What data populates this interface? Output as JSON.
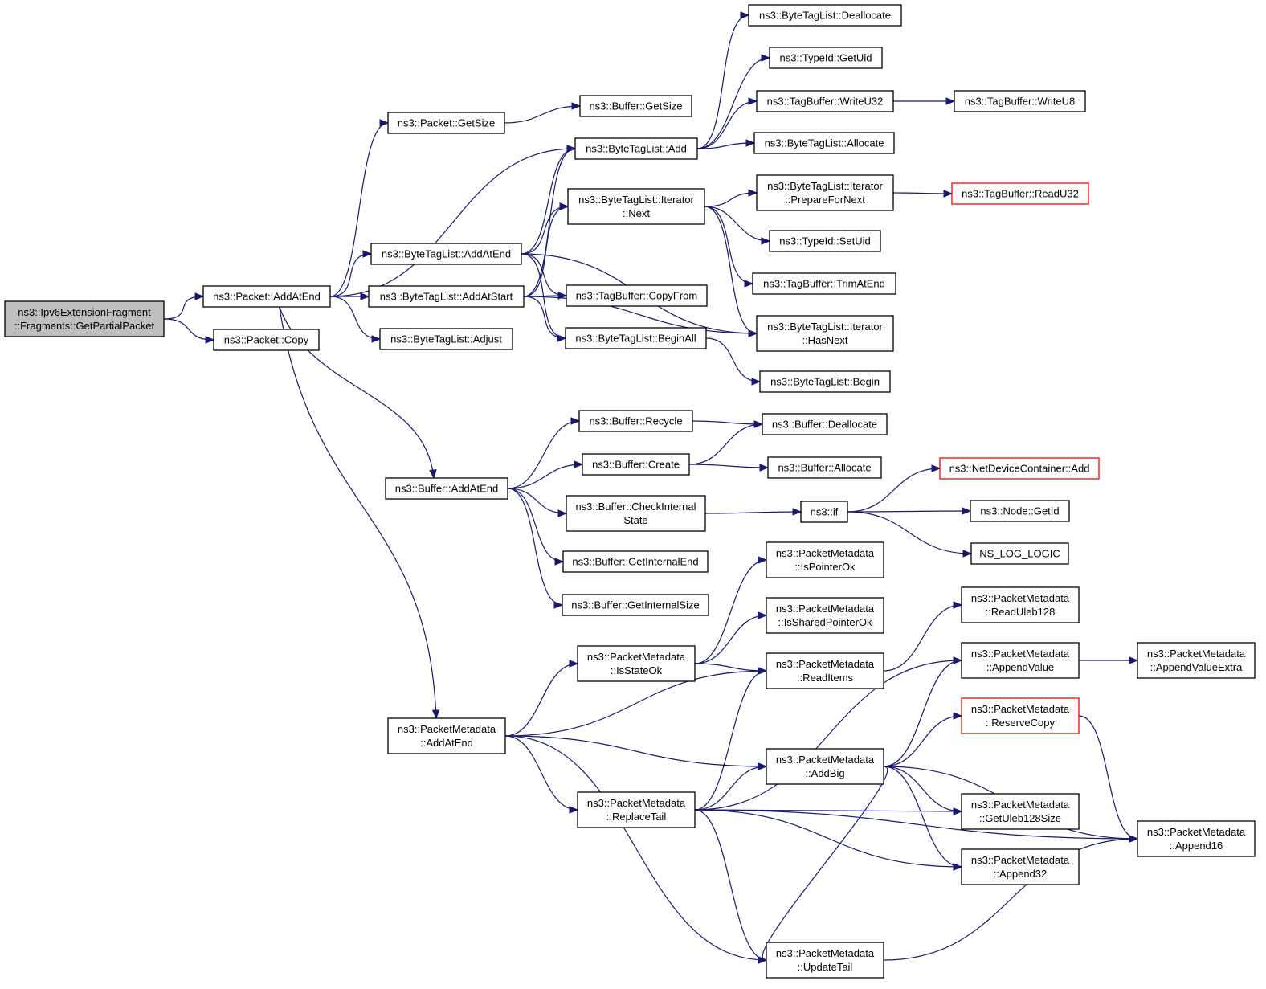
{
  "graph": {
    "nodes": [
      {
        "id": "root",
        "lines": [
          "ns3::Ipv6ExtensionFragment",
          "::Fragments::GetPartialPacket"
        ],
        "style": "root"
      },
      {
        "id": "p_addatend",
        "lines": [
          "ns3::Packet::AddAtEnd"
        ]
      },
      {
        "id": "p_copy",
        "lines": [
          "ns3::Packet::Copy"
        ]
      },
      {
        "id": "p_getsize",
        "lines": [
          "ns3::Packet::GetSize"
        ]
      },
      {
        "id": "b_getsize",
        "lines": [
          "ns3::Buffer::GetSize"
        ]
      },
      {
        "id": "btl_add",
        "lines": [
          "ns3::ByteTagList::Add"
        ]
      },
      {
        "id": "btl_dealloc",
        "lines": [
          "ns3::ByteTagList::Deallocate"
        ]
      },
      {
        "id": "tid_getuid",
        "lines": [
          "ns3::TypeId::GetUid"
        ]
      },
      {
        "id": "tb_writeu32",
        "lines": [
          "ns3::TagBuffer::WriteU32"
        ]
      },
      {
        "id": "tb_writeu8",
        "lines": [
          "ns3::TagBuffer::WriteU8"
        ]
      },
      {
        "id": "btl_alloc",
        "lines": [
          "ns3::ByteTagList::Allocate"
        ]
      },
      {
        "id": "it_next",
        "lines": [
          "ns3::ByteTagList::Iterator",
          "::Next"
        ]
      },
      {
        "id": "it_prep",
        "lines": [
          "ns3::ByteTagList::Iterator",
          "::PrepareForNext"
        ]
      },
      {
        "id": "tb_readu32",
        "lines": [
          "ns3::TagBuffer::ReadU32"
        ],
        "style": "red"
      },
      {
        "id": "tid_setuid",
        "lines": [
          "ns3::TypeId::SetUid"
        ]
      },
      {
        "id": "tb_trim",
        "lines": [
          "ns3::TagBuffer::TrimAtEnd"
        ]
      },
      {
        "id": "btl_addatend",
        "lines": [
          "ns3::ByteTagList::AddAtEnd"
        ]
      },
      {
        "id": "btl_addatstart",
        "lines": [
          "ns3::ByteTagList::AddAtStart"
        ]
      },
      {
        "id": "tb_copyfrom",
        "lines": [
          "ns3::TagBuffer::CopyFrom"
        ]
      },
      {
        "id": "it_hasnext",
        "lines": [
          "ns3::ByteTagList::Iterator",
          "::HasNext"
        ]
      },
      {
        "id": "btl_adjust",
        "lines": [
          "ns3::ByteTagList::Adjust"
        ]
      },
      {
        "id": "btl_beginall",
        "lines": [
          "ns3::ByteTagList::BeginAll"
        ]
      },
      {
        "id": "btl_begin",
        "lines": [
          "ns3::ByteTagList::Begin"
        ]
      },
      {
        "id": "b_recycle",
        "lines": [
          "ns3::Buffer::Recycle"
        ]
      },
      {
        "id": "b_dealloc",
        "lines": [
          "ns3::Buffer::Deallocate"
        ]
      },
      {
        "id": "b_create",
        "lines": [
          "ns3::Buffer::Create"
        ]
      },
      {
        "id": "b_alloc",
        "lines": [
          "ns3::Buffer::Allocate"
        ]
      },
      {
        "id": "b_addatend",
        "lines": [
          "ns3::Buffer::AddAtEnd"
        ]
      },
      {
        "id": "ndc_add",
        "lines": [
          "ns3::NetDeviceContainer::Add"
        ],
        "style": "red"
      },
      {
        "id": "b_check",
        "lines": [
          "ns3::Buffer::CheckInternal",
          "State"
        ]
      },
      {
        "id": "ns3_if",
        "lines": [
          "ns3::if"
        ]
      },
      {
        "id": "node_getid",
        "lines": [
          "ns3::Node::GetId"
        ]
      },
      {
        "id": "ns_log",
        "lines": [
          "NS_LOG_LOGIC"
        ]
      },
      {
        "id": "b_intend",
        "lines": [
          "ns3::Buffer::GetInternalEnd"
        ]
      },
      {
        "id": "b_intsize",
        "lines": [
          "ns3::Buffer::GetInternalSize"
        ]
      },
      {
        "id": "pm_isptr",
        "lines": [
          "ns3::PacketMetadata",
          "::IsPointerOk"
        ]
      },
      {
        "id": "pm_isshared",
        "lines": [
          "ns3::PacketMetadata",
          "::IsSharedPointerOk"
        ]
      },
      {
        "id": "pm_readuleb",
        "lines": [
          "ns3::PacketMetadata",
          "::ReadUleb128"
        ]
      },
      {
        "id": "pm_isstate",
        "lines": [
          "ns3::PacketMetadata",
          "::IsStateOk"
        ]
      },
      {
        "id": "pm_readitems",
        "lines": [
          "ns3::PacketMetadata",
          "::ReadItems"
        ]
      },
      {
        "id": "pm_appendvalue",
        "lines": [
          "ns3::PacketMetadata",
          "::AppendValue"
        ]
      },
      {
        "id": "pm_appendvalueextra",
        "lines": [
          "ns3::PacketMetadata",
          "::AppendValueExtra"
        ]
      },
      {
        "id": "pm_reservecopy",
        "lines": [
          "ns3::PacketMetadata",
          "::ReserveCopy"
        ],
        "style": "red"
      },
      {
        "id": "pm_addatend",
        "lines": [
          "ns3::PacketMetadata",
          "::AddAtEnd"
        ]
      },
      {
        "id": "pm_addbig",
        "lines": [
          "ns3::PacketMetadata",
          "::AddBig"
        ]
      },
      {
        "id": "pm_getuleb",
        "lines": [
          "ns3::PacketMetadata",
          "::GetUleb128Size"
        ]
      },
      {
        "id": "pm_append16",
        "lines": [
          "ns3::PacketMetadata",
          "::Append16"
        ]
      },
      {
        "id": "pm_replacetail",
        "lines": [
          "ns3::PacketMetadata",
          "::ReplaceTail"
        ]
      },
      {
        "id": "pm_append32",
        "lines": [
          "ns3::PacketMetadata",
          "::Append32"
        ]
      },
      {
        "id": "pm_updatetail",
        "lines": [
          "ns3::PacketMetadata",
          "::UpdateTail"
        ]
      }
    ],
    "edges": [
      [
        "root",
        "p_addatend"
      ],
      [
        "root",
        "p_copy"
      ],
      [
        "p_addatend",
        "p_getsize"
      ],
      [
        "p_addatend",
        "btl_add"
      ],
      [
        "p_addatend",
        "btl_addatend"
      ],
      [
        "p_addatend",
        "btl_addatstart"
      ],
      [
        "p_addatend",
        "btl_adjust"
      ],
      [
        "p_addatend",
        "b_addatend"
      ],
      [
        "p_addatend",
        "pm_addatend"
      ],
      [
        "p_getsize",
        "b_getsize"
      ],
      [
        "btl_add",
        "btl_dealloc"
      ],
      [
        "btl_add",
        "tid_getuid"
      ],
      [
        "btl_add",
        "tb_writeu32"
      ],
      [
        "btl_add",
        "btl_alloc"
      ],
      [
        "tb_writeu32",
        "tb_writeu8"
      ],
      [
        "it_next",
        "it_prep"
      ],
      [
        "it_next",
        "tid_setuid"
      ],
      [
        "it_next",
        "tb_trim"
      ],
      [
        "it_next",
        "it_hasnext"
      ],
      [
        "it_prep",
        "tb_readu32"
      ],
      [
        "btl_addatend",
        "btl_add"
      ],
      [
        "btl_addatend",
        "it_next"
      ],
      [
        "btl_addatend",
        "tb_copyfrom"
      ],
      [
        "btl_addatend",
        "it_hasnext"
      ],
      [
        "btl_addatend",
        "btl_beginall"
      ],
      [
        "btl_addatstart",
        "btl_add"
      ],
      [
        "btl_addatstart",
        "it_next"
      ],
      [
        "btl_addatstart",
        "tb_copyfrom"
      ],
      [
        "btl_addatstart",
        "btl_beginall"
      ],
      [
        "btl_addatstart",
        "it_hasnext"
      ],
      [
        "btl_beginall",
        "btl_begin"
      ],
      [
        "b_addatend",
        "b_recycle"
      ],
      [
        "b_addatend",
        "b_create"
      ],
      [
        "b_addatend",
        "b_check"
      ],
      [
        "b_addatend",
        "b_intend"
      ],
      [
        "b_addatend",
        "b_intsize"
      ],
      [
        "b_recycle",
        "b_dealloc"
      ],
      [
        "b_create",
        "b_dealloc"
      ],
      [
        "b_create",
        "b_alloc"
      ],
      [
        "b_check",
        "ns3_if"
      ],
      [
        "ns3_if",
        "ndc_add"
      ],
      [
        "ns3_if",
        "node_getid"
      ],
      [
        "ns3_if",
        "ns_log"
      ],
      [
        "pm_addatend",
        "pm_isstate"
      ],
      [
        "pm_addatend",
        "pm_readitems"
      ],
      [
        "pm_addatend",
        "pm_addbig"
      ],
      [
        "pm_addatend",
        "pm_replacetail"
      ],
      [
        "pm_addatend",
        "pm_updatetail"
      ],
      [
        "pm_isstate",
        "pm_isptr"
      ],
      [
        "pm_isstate",
        "pm_isshared"
      ],
      [
        "pm_isstate",
        "pm_readitems"
      ],
      [
        "pm_readitems",
        "pm_readuleb"
      ],
      [
        "pm_appendvalue",
        "pm_appendvalueextra"
      ],
      [
        "pm_addbig",
        "pm_appendvalue"
      ],
      [
        "pm_addbig",
        "pm_reservecopy"
      ],
      [
        "pm_addbig",
        "pm_getuleb"
      ],
      [
        "pm_addbig",
        "pm_append32"
      ],
      [
        "pm_addbig",
        "pm_append16"
      ],
      [
        "pm_addbig",
        "pm_updatetail"
      ],
      [
        "pm_reservecopy",
        "pm_append16"
      ],
      [
        "pm_replacetail",
        "pm_readitems"
      ],
      [
        "pm_replacetail",
        "pm_appendvalue"
      ],
      [
        "pm_replacetail",
        "pm_addbig"
      ],
      [
        "pm_replacetail",
        "pm_getuleb"
      ],
      [
        "pm_replacetail",
        "pm_append32"
      ],
      [
        "pm_replacetail",
        "pm_append16"
      ],
      [
        "pm_replacetail",
        "pm_updatetail"
      ],
      [
        "pm_updatetail",
        "pm_append16"
      ]
    ]
  }
}
